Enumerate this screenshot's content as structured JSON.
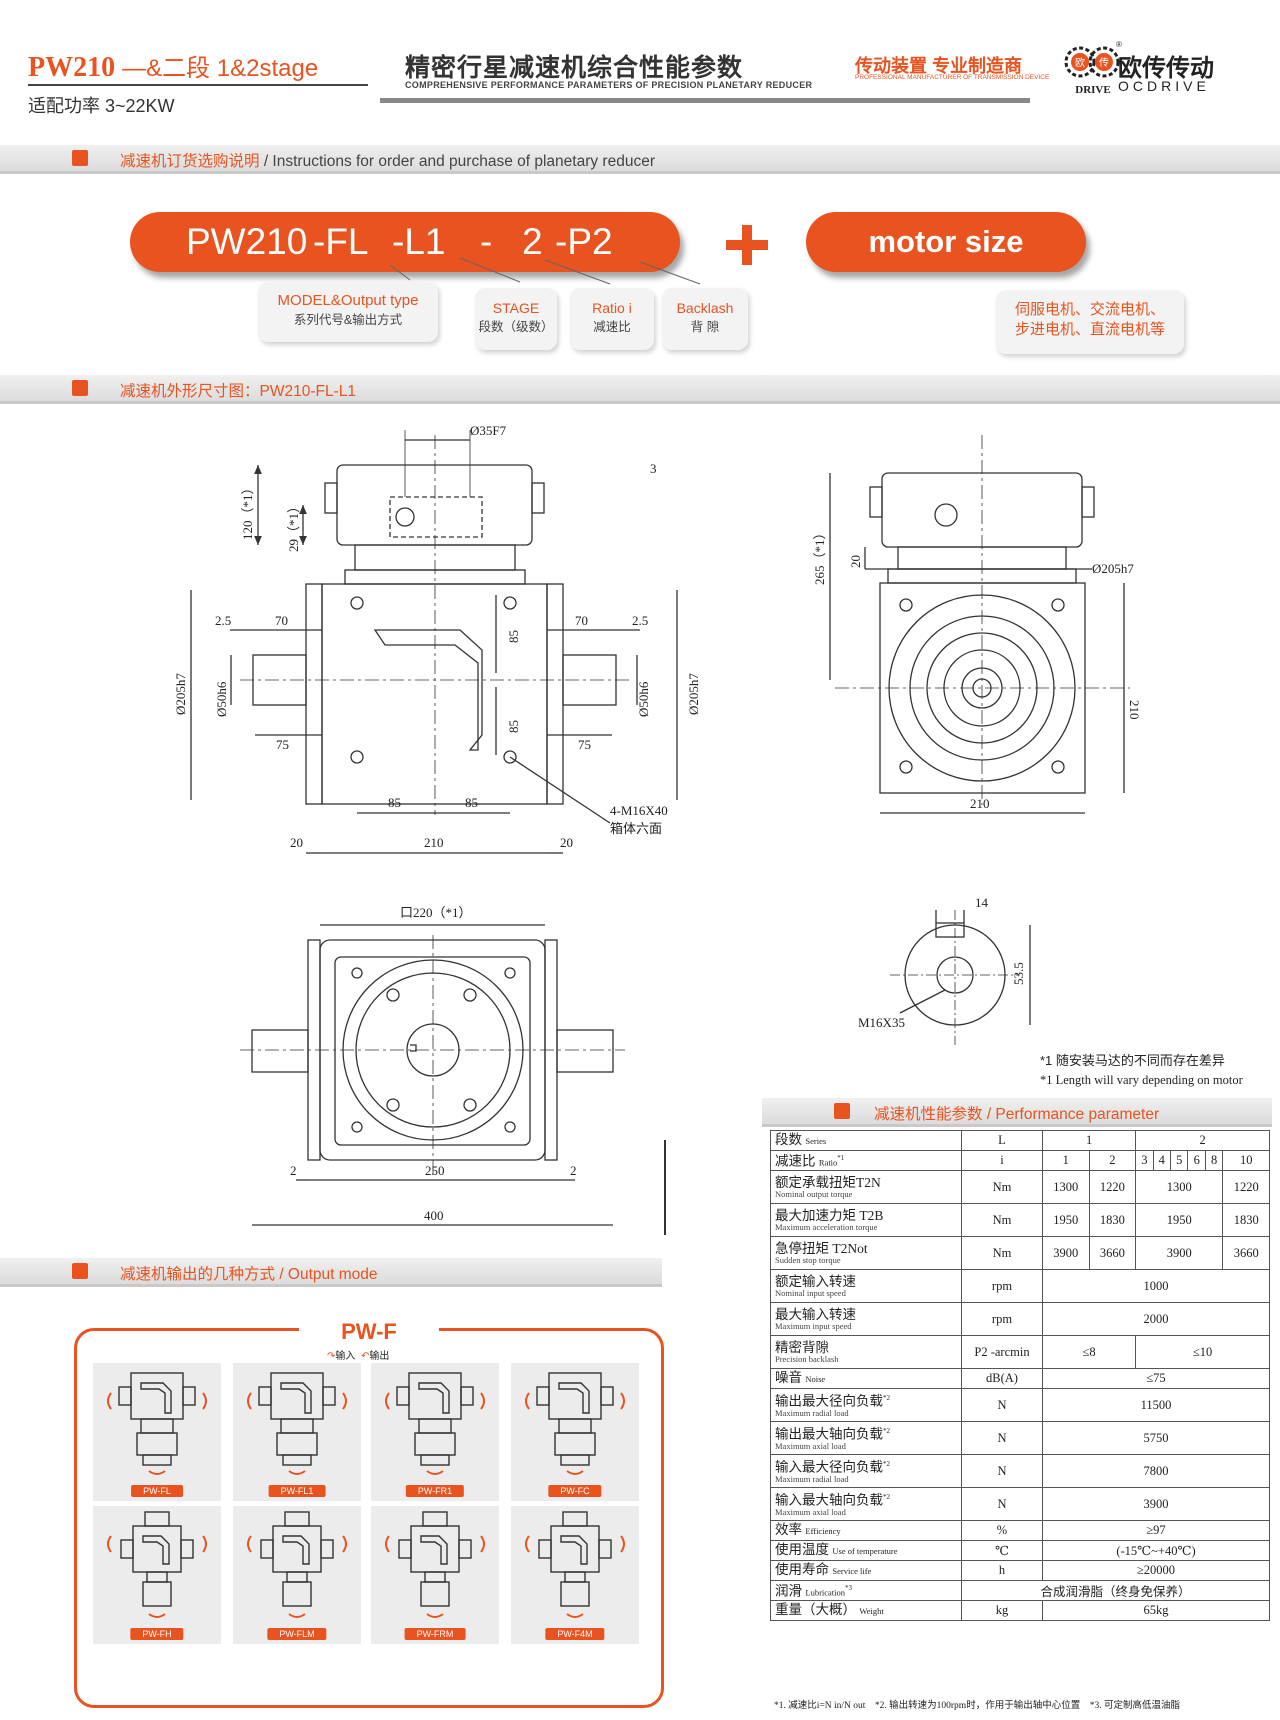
{
  "header": {
    "model": "PW210",
    "stage_text": "—&二段 1&2stage",
    "power": "适配功率 3~22KW",
    "title_cn": "精密行星减速机综合性能参数",
    "title_en": "COMPREHENSIVE PERFORMANCE PARAMETERS OF PRECISION PLANETARY REDUCER",
    "maker_cn": "传动装置 专业制造商",
    "maker_en": "PROFESSIONAL MANUFACTURER OF TRANSMISSION DEVICE",
    "logo_text": "DRIVE",
    "logo_chars": [
      "欧",
      "传"
    ],
    "brand_cn": "欧传传动",
    "brand_en": "OCDRIVE",
    "registered": "®"
  },
  "sections": {
    "order": {
      "cn": "减速机订货选购说明",
      "en": " / Instructions for order and purchase of planetary reducer"
    },
    "dims": {
      "cn": "减速机外形尺寸图：PW210-FL-L1",
      "en": ""
    },
    "perf": {
      "cn": "减速机性能参数",
      "en": " / Performance parameter"
    },
    "output": {
      "cn": "减速机输出的几种方式",
      "en": " / Output mode"
    }
  },
  "order_code": {
    "parts": [
      "PW210",
      "-FL",
      "-L1",
      "-",
      "2",
      "-P2"
    ],
    "plus": "+",
    "motor": "motor size",
    "labels": [
      {
        "en": "MODEL&Output type",
        "cn": "系列代号&输出方式"
      },
      {
        "en": "STAGE",
        "cn": "段数（级数）"
      },
      {
        "en": "Ratio i",
        "cn": "减速比"
      },
      {
        "en": "Backlash",
        "cn": "背  隙"
      }
    ],
    "motor_note": [
      "伺服电机、交流电机、",
      "步进电机、直流电机等"
    ]
  },
  "drawing": {
    "shaft_dia": "Ø35F7",
    "len120": "120（*1）",
    "len29": "29（*1）",
    "ref3": "3",
    "d2_5": "2.5",
    "d70": "70",
    "d205h7": "Ø205h7",
    "d50h6": "Ø50h6",
    "d75": "75",
    "d85": "85",
    "d20": "20",
    "d210": "210",
    "d265": "265（*1）",
    "bolts": "4-M16X40",
    "bolts_cn": "箱体六面",
    "sq220": "口220（*1）",
    "d2": "2",
    "d250": "250",
    "d400": "400",
    "key14": "14",
    "key53_5": "53.5",
    "m16x35": "M16X35"
  },
  "notes": {
    "n1_cn": "*1 随安装马达的不同而存在差异",
    "n1_en": "*1 Length will vary depending on motor"
  },
  "perf_table": {
    "header_series": {
      "cn": "段数",
      "en": "Series"
    },
    "header_ratio": {
      "cn": "减速比",
      "en": "Ratio",
      "sup": "*1"
    },
    "col_L": "L",
    "col_i": "i",
    "stage1": "1",
    "stage2": "2",
    "ratios": [
      "1",
      "2",
      "3",
      "4",
      "5",
      "6",
      "8",
      "10"
    ],
    "rows": [
      {
        "cn": "额定承载扭矩T2N",
        "en": "Nominal output torque",
        "unit": "Nm",
        "v": [
          "1300",
          "1220",
          "1300",
          "1220"
        ]
      },
      {
        "cn": "最大加速力矩 T2B",
        "en": "Maximum acceleration torque",
        "unit": "Nm",
        "v": [
          "1950",
          "1830",
          "1950",
          "1830"
        ]
      },
      {
        "cn": "急停扭矩 T2Not",
        "en": "Sudden stop torque",
        "unit": "Nm",
        "v": [
          "3900",
          "3660",
          "3900",
          "3660"
        ]
      }
    ],
    "input_speed": {
      "cn": "额定输入转速",
      "en": "Nominal input speed",
      "unit": "rpm",
      "v": "1000"
    },
    "max_speed": {
      "cn": "最大输入转速",
      "en": "Maximum input speed",
      "unit": "rpm",
      "v": "2000"
    },
    "backlash": {
      "cn": "精密背隙",
      "en": "Precision backlash",
      "unit": "P2 -arcmin",
      "v1": "≤8",
      "v2": "≤10"
    },
    "noise": {
      "cn": "噪音",
      "en": "Noise",
      "unit": "dB(A)",
      "v": "≤75"
    },
    "loads": [
      {
        "cn": "输出最大径向负载",
        "sup": "*2",
        "en": "Maximum radial load",
        "unit": "N",
        "v": "11500"
      },
      {
        "cn": "输出最大轴向负载",
        "sup": "*2",
        "en": "Maximum axial load",
        "unit": "N",
        "v": "5750"
      },
      {
        "cn": "输入最大径向负载",
        "sup": "*2",
        "en": "Maximum radial load",
        "unit": "N",
        "v": "7800"
      },
      {
        "cn": "输入最大轴向负载",
        "sup": "*2",
        "en": "Maximum axial load",
        "unit": "N",
        "v": "3900"
      }
    ],
    "efficiency": {
      "cn": "效率",
      "en": "Efficiency",
      "unit": "%",
      "v": "≥97"
    },
    "temp": {
      "cn": "使用温度",
      "en": "Use of temperature",
      "unit": "℃",
      "v": "(-15℃~+40℃)"
    },
    "life": {
      "cn": "使用寿命",
      "en": "Service life",
      "unit": "h",
      "v": "≥20000"
    },
    "lube": {
      "cn": "润滑",
      "en": "Lubrication",
      "sup": "*3",
      "unit": "",
      "v": "合成润滑脂（终身免保养）"
    },
    "weight": {
      "cn": "重量（大概）",
      "en": "Weight",
      "unit": "kg",
      "v": "65kg"
    },
    "footnotes": [
      "*1. 减速比i=N in/N out",
      "*2. 输出转速为100rpm时，作用于输出轴中心位置",
      "*3. 可定制高低温油脂"
    ]
  },
  "output_mode": {
    "title": "PW-F",
    "legend_in": "输入",
    "legend_out": "输出",
    "items": [
      "PW-FL",
      "PW-FL1",
      "PW-FR1",
      "PW-FC",
      "PW-FH",
      "PW-FLM",
      "PW-FRM",
      "PW-F4M"
    ]
  },
  "colors": {
    "accent": "#e8531f",
    "line": "#333333",
    "bar": "#dcdcdc"
  }
}
